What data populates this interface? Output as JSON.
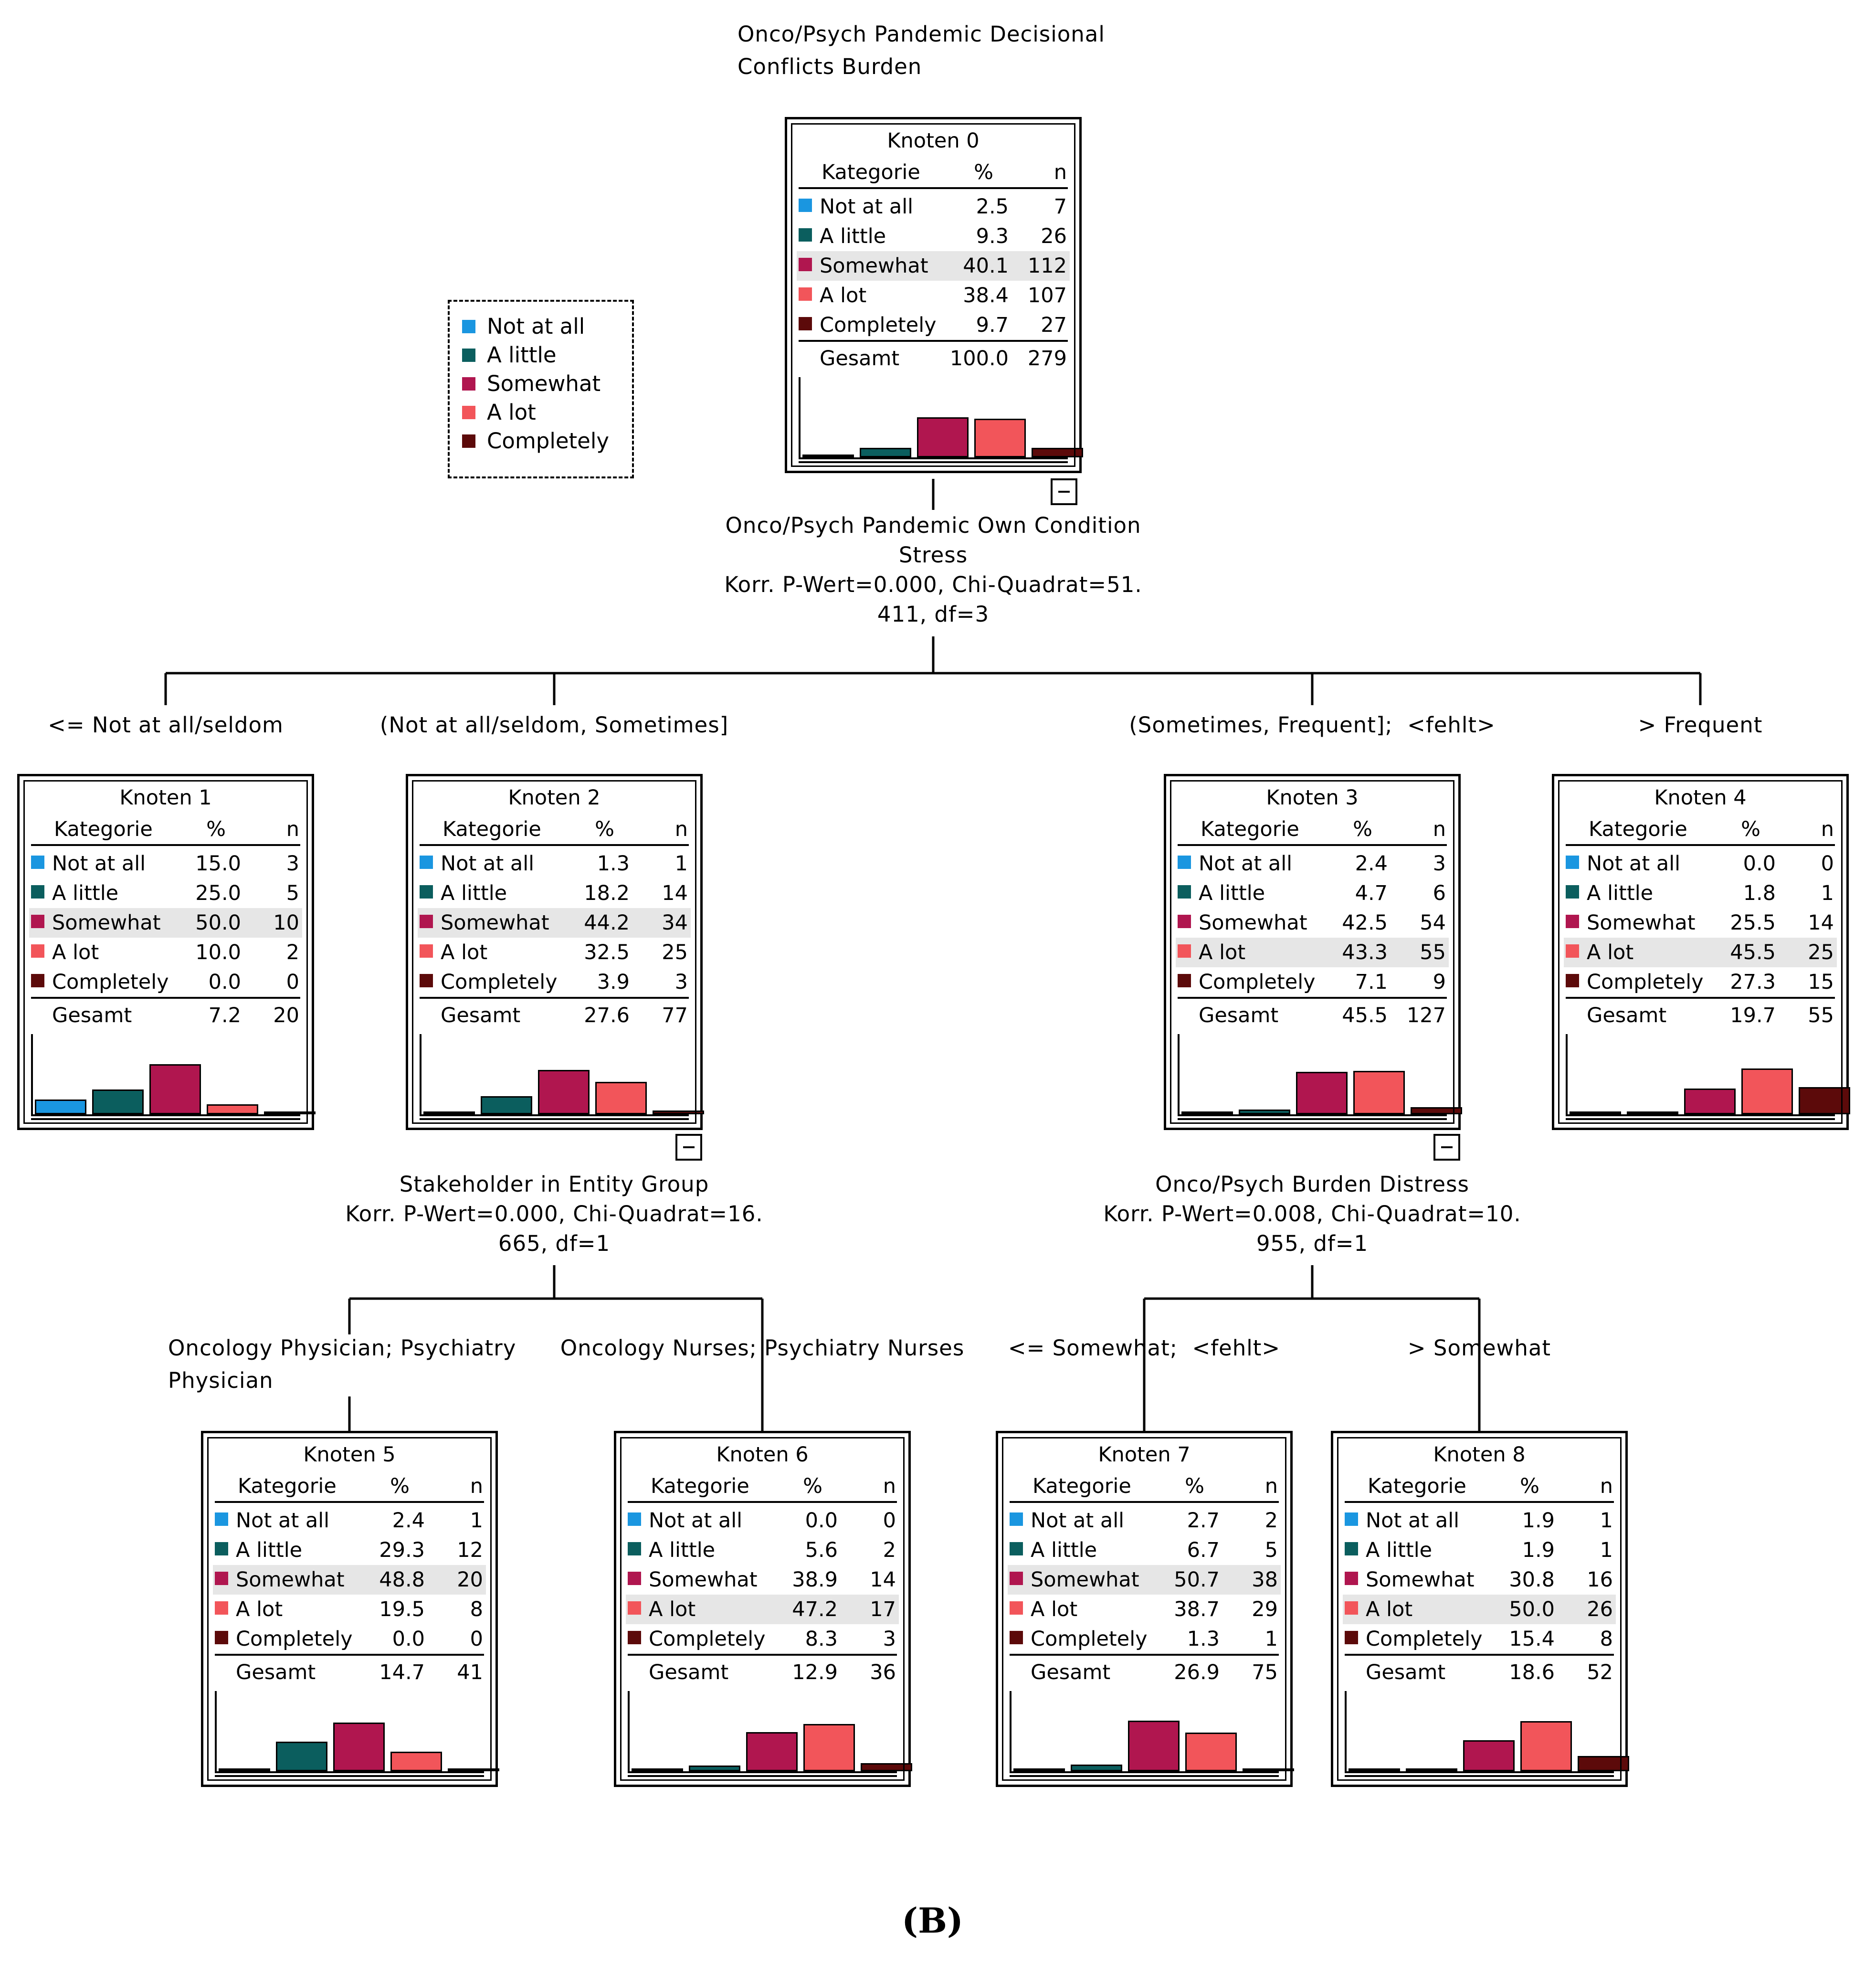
{
  "colors": {
    "not_at_all": "#1a96e0",
    "a_little": "#0b5e5e",
    "somewhat": "#b0164f",
    "a_lot": "#f2555a",
    "completely": "#5c0a0a"
  },
  "root_title": "Onco/Psych Pandemic Decisional\nConflicts Burden",
  "legend": {
    "items": [
      {
        "label": "Not at all",
        "color": "not_at_all"
      },
      {
        "label": "A little",
        "color": "a_little"
      },
      {
        "label": "Somewhat",
        "color": "somewhat"
      },
      {
        "label": "A lot",
        "color": "a_lot"
      },
      {
        "label": "Completely",
        "color": "completely"
      }
    ]
  },
  "table_header": {
    "category": "Kategorie",
    "pct": "%",
    "n": "n"
  },
  "total_label": "Gesamt",
  "nodes": [
    {
      "id": 0,
      "title": "Knoten 0",
      "highlight": 2,
      "total_pct": "100.0",
      "total_n": "279",
      "rows": [
        [
          "Not at all",
          "2.5",
          "7"
        ],
        [
          "A little",
          "9.3",
          "26"
        ],
        [
          "Somewhat",
          "40.1",
          "112"
        ],
        [
          "A lot",
          "38.4",
          "107"
        ],
        [
          "Completely",
          "9.7",
          "27"
        ]
      ]
    },
    {
      "id": 1,
      "title": "Knoten 1",
      "highlight": 2,
      "total_pct": "7.2",
      "total_n": "20",
      "rows": [
        [
          "Not at all",
          "15.0",
          "3"
        ],
        [
          "A little",
          "25.0",
          "5"
        ],
        [
          "Somewhat",
          "50.0",
          "10"
        ],
        [
          "A lot",
          "10.0",
          "2"
        ],
        [
          "Completely",
          "0.0",
          "0"
        ]
      ]
    },
    {
      "id": 2,
      "title": "Knoten 2",
      "highlight": 2,
      "total_pct": "27.6",
      "total_n": "77",
      "rows": [
        [
          "Not at all",
          "1.3",
          "1"
        ],
        [
          "A little",
          "18.2",
          "14"
        ],
        [
          "Somewhat",
          "44.2",
          "34"
        ],
        [
          "A lot",
          "32.5",
          "25"
        ],
        [
          "Completely",
          "3.9",
          "3"
        ]
      ]
    },
    {
      "id": 3,
      "title": "Knoten 3",
      "highlight": 3,
      "total_pct": "45.5",
      "total_n": "127",
      "rows": [
        [
          "Not at all",
          "2.4",
          "3"
        ],
        [
          "A little",
          "4.7",
          "6"
        ],
        [
          "Somewhat",
          "42.5",
          "54"
        ],
        [
          "A lot",
          "43.3",
          "55"
        ],
        [
          "Completely",
          "7.1",
          "9"
        ]
      ]
    },
    {
      "id": 4,
      "title": "Knoten 4",
      "highlight": 3,
      "total_pct": "19.7",
      "total_n": "55",
      "rows": [
        [
          "Not at all",
          "0.0",
          "0"
        ],
        [
          "A little",
          "1.8",
          "1"
        ],
        [
          "Somewhat",
          "25.5",
          "14"
        ],
        [
          "A lot",
          "45.5",
          "25"
        ],
        [
          "Completely",
          "27.3",
          "15"
        ]
      ]
    },
    {
      "id": 5,
      "title": "Knoten 5",
      "highlight": 2,
      "total_pct": "14.7",
      "total_n": "41",
      "rows": [
        [
          "Not at all",
          "2.4",
          "1"
        ],
        [
          "A little",
          "29.3",
          "12"
        ],
        [
          "Somewhat",
          "48.8",
          "20"
        ],
        [
          "A lot",
          "19.5",
          "8"
        ],
        [
          "Completely",
          "0.0",
          "0"
        ]
      ]
    },
    {
      "id": 6,
      "title": "Knoten 6",
      "highlight": 3,
      "total_pct": "12.9",
      "total_n": "36",
      "rows": [
        [
          "Not at all",
          "0.0",
          "0"
        ],
        [
          "A little",
          "5.6",
          "2"
        ],
        [
          "Somewhat",
          "38.9",
          "14"
        ],
        [
          "A lot",
          "47.2",
          "17"
        ],
        [
          "Completely",
          "8.3",
          "3"
        ]
      ]
    },
    {
      "id": 7,
      "title": "Knoten 7",
      "highlight": 2,
      "total_pct": "26.9",
      "total_n": "75",
      "rows": [
        [
          "Not at all",
          "2.7",
          "2"
        ],
        [
          "A little",
          "6.7",
          "5"
        ],
        [
          "Somewhat",
          "50.7",
          "38"
        ],
        [
          "A lot",
          "38.7",
          "29"
        ],
        [
          "Completely",
          "1.3",
          "1"
        ]
      ]
    },
    {
      "id": 8,
      "title": "Knoten 8",
      "highlight": 3,
      "total_pct": "18.6",
      "total_n": "52",
      "rows": [
        [
          "Not at all",
          "1.9",
          "1"
        ],
        [
          "A little",
          "1.9",
          "1"
        ],
        [
          "Somewhat",
          "30.8",
          "16"
        ],
        [
          "A lot",
          "50.0",
          "26"
        ],
        [
          "Completely",
          "15.4",
          "8"
        ]
      ]
    }
  ],
  "splits": {
    "root": "Onco/Psych Pandemic Own Condition\nStress\nKorr. P-Wert=0.000, Chi-Quadrat=51.\n411, df=3",
    "node2": "Stakeholder in Entity Group\nKorr. P-Wert=0.000, Chi-Quadrat=16.\n665, df=1",
    "node3": "Onco/Psych Burden Distress\nKorr. P-Wert=0.008, Chi-Quadrat=10.\n955, df=1"
  },
  "branches": {
    "to_node1": "<= Not at all/seldom",
    "to_node2": "(Not at all/seldom, Sometimes]",
    "to_node3": "(Sometimes, Frequent];  <fehlt>",
    "to_node4": "> Frequent",
    "to_node5": "Oncology Physician; Psychiatry\nPhysician",
    "to_node6": "Oncology Nurses; Psychiatry Nurses",
    "to_node7": "<= Somewhat;  <fehlt>",
    "to_node8": "> Somewhat"
  },
  "caption": "(B)"
}
